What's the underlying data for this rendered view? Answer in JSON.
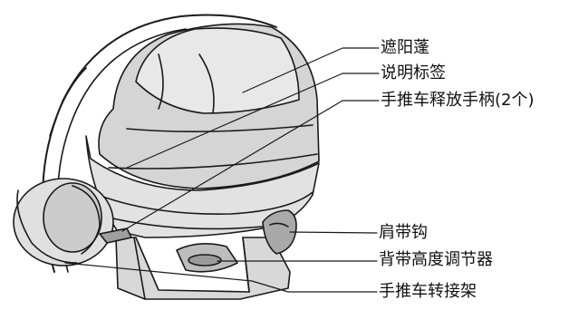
{
  "labels": {
    "canopy": "遮阳蓬",
    "info_label": "说明标签",
    "stroller_release_handle": "手推车释放手柄(2个)",
    "shoulder_belt_hook": "肩带钩",
    "shoulder_belt_height_adjuster": "背带高度调节器",
    "stroller_adapter": "手推车转接架"
  },
  "colors": {
    "line": "#1a1a1a",
    "fill_light": "#e6e6e6",
    "fill_mid": "#cfcfcf",
    "fill_dark": "#a9a9a9",
    "background": "#ffffff"
  }
}
